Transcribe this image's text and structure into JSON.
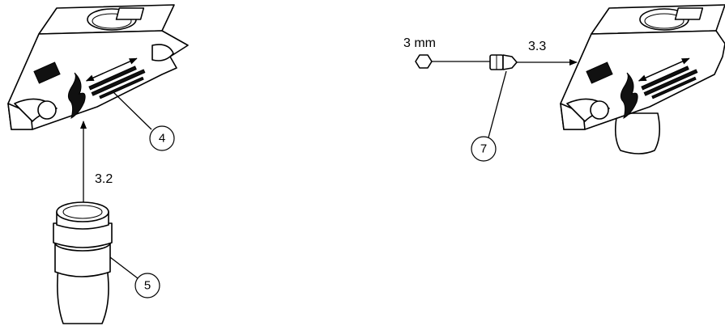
{
  "labels": {
    "step_32": "3.2",
    "step_33": "3.3",
    "hex_size": "3 mm"
  },
  "callouts": {
    "c4": "4",
    "c5": "5",
    "c7": "7"
  },
  "colors": {
    "line": "#000000",
    "background": "#ffffff"
  }
}
